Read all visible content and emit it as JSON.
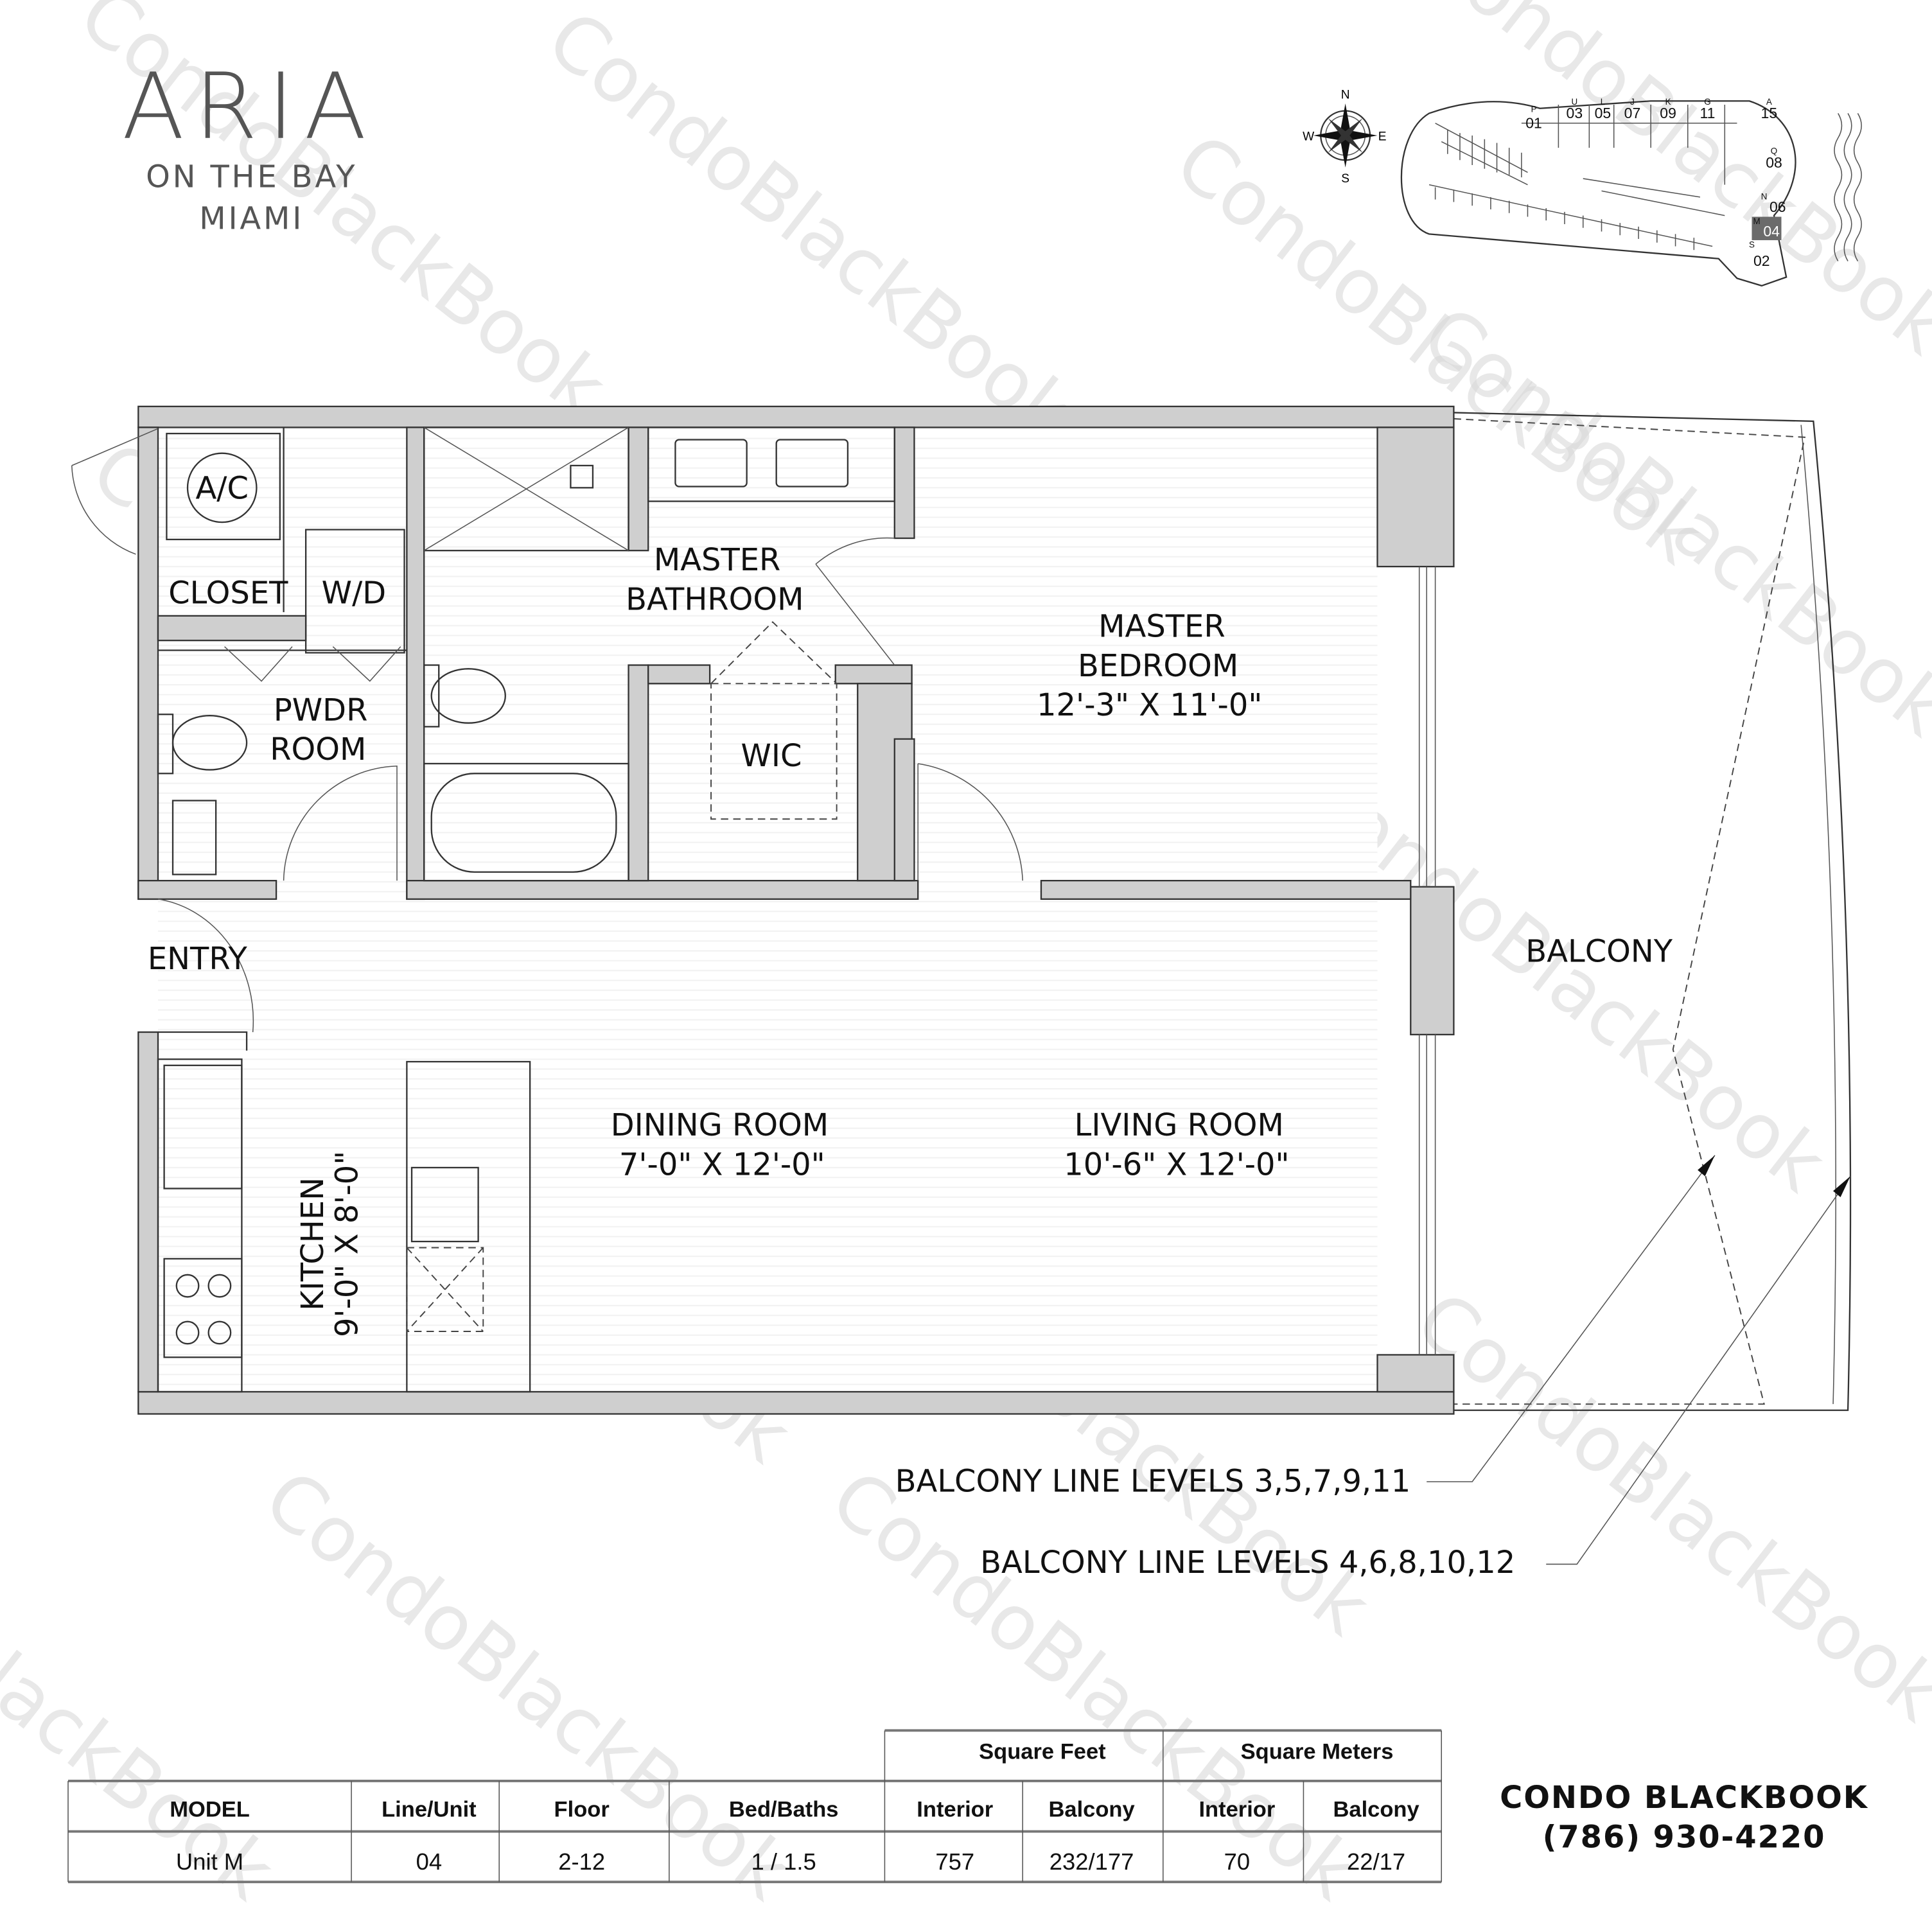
{
  "brand": {
    "logo_text": "ARIA",
    "subtitle": "ON THE BAY",
    "city": "MIAMI"
  },
  "key_plan": {
    "compass": {
      "n": "N",
      "s": "S",
      "e": "E",
      "w": "W"
    },
    "units": [
      {
        "letter": "P",
        "number": "01"
      },
      {
        "letter": "U",
        "number": "03"
      },
      {
        "letter": "L",
        "number": "05"
      },
      {
        "letter": "J",
        "number": "07"
      },
      {
        "letter": "K",
        "number": "09"
      },
      {
        "letter": "G",
        "number": "11"
      },
      {
        "letter": "A",
        "number": "15"
      },
      {
        "letter": "Q",
        "number": "08"
      },
      {
        "letter": "N",
        "number": "06"
      },
      {
        "letter": "M",
        "number": "04"
      },
      {
        "letter": "S",
        "number": "02"
      }
    ],
    "highlight_color": "#6b6b6b"
  },
  "rooms": {
    "ac": "A/C",
    "closet": "CLOSET",
    "wd": "W/D",
    "pwdr_1": "PWDR",
    "pwdr_2": "ROOM",
    "master_bath_1": "MASTER",
    "master_bath_2": "BATHROOM",
    "wic": "WIC",
    "master_bed_1": "MASTER",
    "master_bed_2": "BEDROOM",
    "master_bed_dim": "12'-3\" X 11'-0\"",
    "entry": "ENTRY",
    "kitchen": "KITCHEN",
    "kitchen_dim": "9'-0\" X 8'-0\"",
    "dining": "DINING ROOM",
    "dining_dim": "7'-0\" X 12'-0\"",
    "living": "LIVING ROOM",
    "living_dim": "10'-6\" X 12'-0\"",
    "balcony": "BALCONY"
  },
  "notes": {
    "balcony_line_odd": "BALCONY LINE LEVELS 3,5,7,9,11",
    "balcony_line_even": "BALCONY LINE LEVELS 4,6,8,10,12"
  },
  "table": {
    "group_headers": {
      "sqft": "Square Feet",
      "sqm": "Square Meters"
    },
    "headers": [
      "MODEL",
      "Line/Unit",
      "Floor",
      "Bed/Baths",
      "Interior",
      "Balcony",
      "Interior",
      "Balcony"
    ],
    "row": [
      "Unit M",
      "04",
      "2-12",
      "1 / 1.5",
      "757",
      "232/177",
      "70",
      "22/17"
    ]
  },
  "contact": {
    "name_light": "CONDO ",
    "name_bold": "BLACKBOOK",
    "phone": "(786) 930-4220"
  },
  "watermark": "CondoBlackBook"
}
